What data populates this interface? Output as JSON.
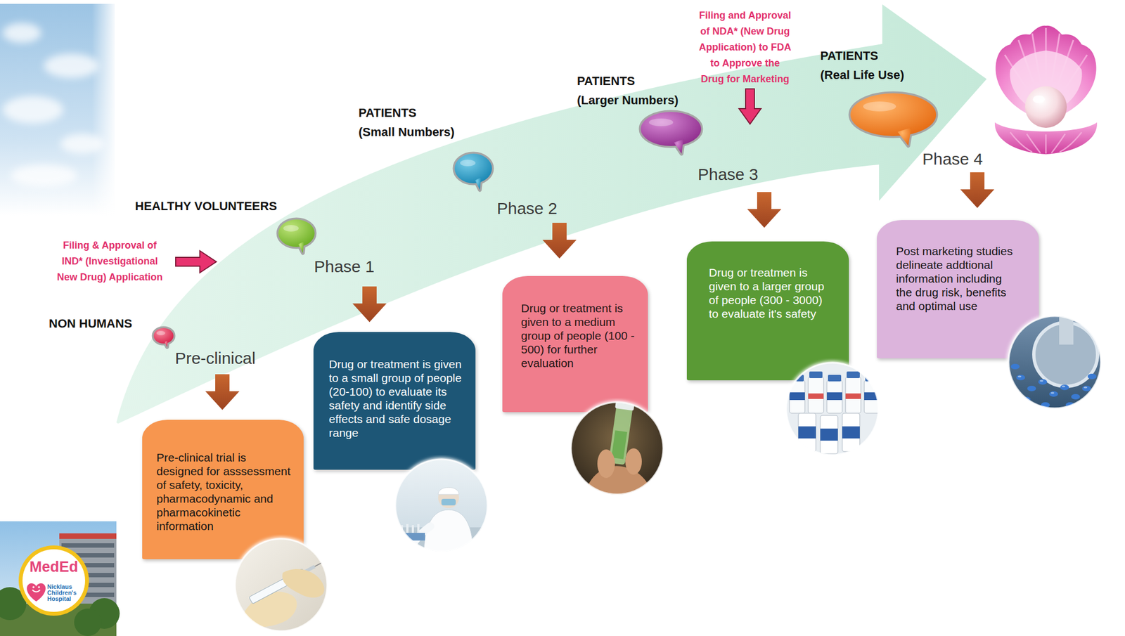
{
  "diagram": {
    "nodes": [
      {
        "text": [
          "Pre-clinical trial is designed for asssessment of safety, toxicity, pharmacodynamic and pharmacokinetic information"
        ]
      },
      {
        "text": [
          "Drug or treatment is given to a small group of people (20-100) to evaluate its safety and identify side effects and safe dosage range"
        ]
      },
      {
        "text": [
          "Drug or treatment is given to a medium group of people (100 - 500) for further evaluation"
        ]
      },
      {
        "text": [
          "Drug or treatmen is given to a larger group of people (300 - 3000) to evaluate it's safety"
        ]
      },
      {
        "text": [
          "Post marketing studies delineate addtional information including the drug risk, benefits and optimal use"
        ]
      }
    ],
    "labels": [
      "NON HUMANS",
      "Pre-clinical",
      "Filing & Approval of IND* (Investigational New Drug) Application",
      "HEALTHY VOLUNTEERS",
      "Phase 1",
      "PATIENTS (Small Numbers)",
      "Phase 2",
      "PATIENTS (Larger Numbers)",
      "Phase 3",
      "Filing and Approval of NDA* (New Drug Application) to FDA to Approve the Drug for Marketing",
      "PATIENTS (Real Life Use)",
      "Phase 4",
      "MedEd",
      "Nicklaus Children's Hospital"
    ]
  }
}
